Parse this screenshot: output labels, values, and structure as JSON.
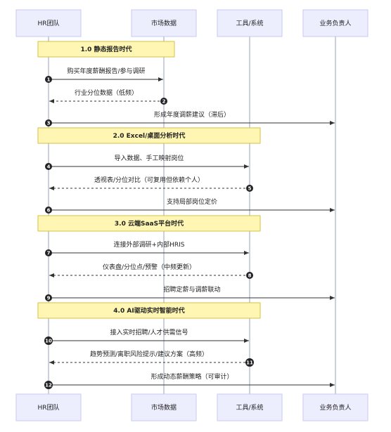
{
  "participants": [
    "HR团队",
    "市场数据",
    "工具/系统",
    "业务负责人"
  ],
  "sections": [
    "1.0 静态报告时代",
    "2.0 Excel/桌面分析时代",
    "3.0 云端SaaS平台时代",
    "4.0 AI驱动实时智能时代"
  ],
  "messages": [
    {
      "num": "1",
      "label": "购买年度薪酬报告/参与调研",
      "from": 0,
      "to": 1,
      "dashed": false
    },
    {
      "num": "2",
      "label": "行业分位数据（低频）",
      "from": 1,
      "to": 0,
      "dashed": true
    },
    {
      "num": "3",
      "label": "形成年度调薪建议（滞后）",
      "from": 0,
      "to": 3,
      "dashed": false
    },
    {
      "num": "4",
      "label": "导入数据、手工映射岗位",
      "from": 0,
      "to": 2,
      "dashed": false
    },
    {
      "num": "5",
      "label": "透视表/分位对比（可复用但依赖个人）",
      "from": 2,
      "to": 0,
      "dashed": true
    },
    {
      "num": "6",
      "label": "支持局部岗位定价",
      "from": 0,
      "to": 3,
      "dashed": false
    },
    {
      "num": "7",
      "label": "连接外部调研+内部HRIS",
      "from": 0,
      "to": 2,
      "dashed": false
    },
    {
      "num": "8",
      "label": "仪表盘/分位点/预警（中频更新）",
      "from": 2,
      "to": 0,
      "dashed": true
    },
    {
      "num": "9",
      "label": "招聘定薪与调薪联动",
      "from": 0,
      "to": 3,
      "dashed": false
    },
    {
      "num": "10",
      "label": "接入实时招聘/人才供需信号",
      "from": 0,
      "to": 2,
      "dashed": false
    },
    {
      "num": "11",
      "label": "趋势预测/离职风险提示/建议方案（高频）",
      "from": 2,
      "to": 0,
      "dashed": true
    },
    {
      "num": "12",
      "label": "形成动态薪酬策略（可审计）",
      "from": 0,
      "to": 3,
      "dashed": false
    }
  ]
}
